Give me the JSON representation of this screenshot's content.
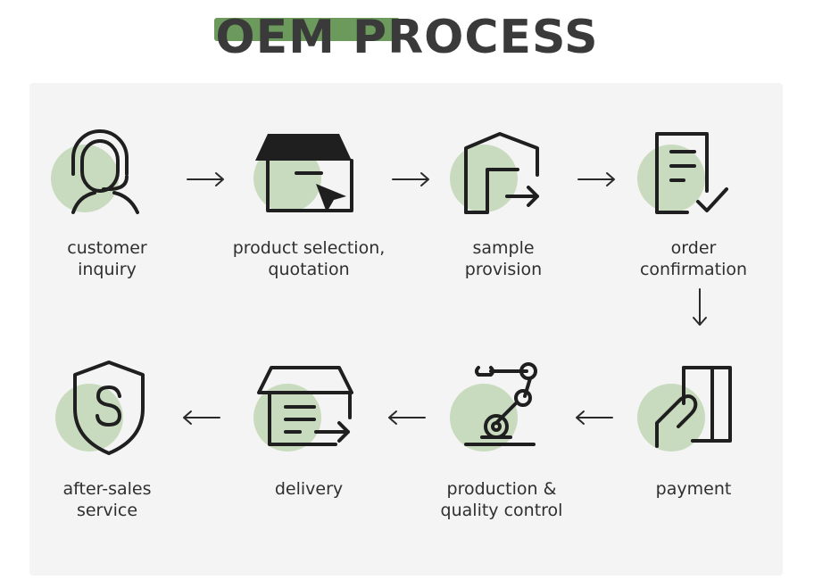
{
  "title": "OEM PROCESS",
  "colors": {
    "accent": "#6b9a5c",
    "circle": "#c9dbbf",
    "panel": "#f4f4f4",
    "text": "#2f2f2f"
  },
  "steps": [
    {
      "label_lines": [
        "customer",
        "inquiry"
      ],
      "icon": "headset-person-icon"
    },
    {
      "label_lines": [
        "product selection,",
        "quotation"
      ],
      "icon": "box-cursor-icon"
    },
    {
      "label_lines": [
        "sample",
        "provision"
      ],
      "icon": "warehouse-exit-icon"
    },
    {
      "label_lines": [
        "order",
        "confirmation"
      ],
      "icon": "checklist-document-icon"
    },
    {
      "label_lines": [
        "payment",
        ""
      ],
      "icon": "hand-card-icon"
    },
    {
      "label_lines": [
        "production &",
        "quality control"
      ],
      "icon": "robot-arm-icon"
    },
    {
      "label_lines": [
        "delivery",
        ""
      ],
      "icon": "package-delivery-icon"
    },
    {
      "label_lines": [
        "after-sales",
        "service"
      ],
      "icon": "shield-s-icon"
    }
  ]
}
